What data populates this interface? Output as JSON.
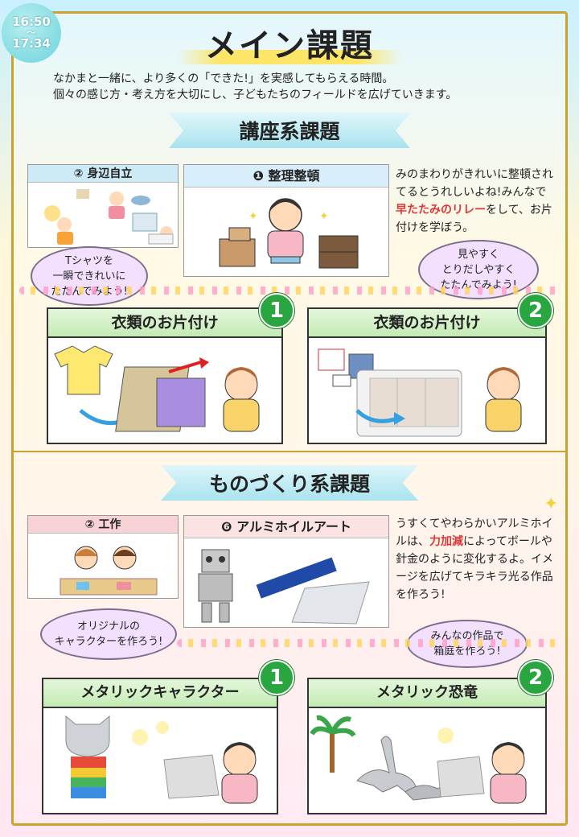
{
  "time": {
    "start": "16:50",
    "sep": "〜",
    "end": "17:34"
  },
  "title": "メイン課題",
  "intro": [
    "なかまと一緒に、より多くの「できた!」を実感してもらえる時間。",
    "個々の感じ方・考え方を大切にし、子どもたちのフィールドを広げていきます。"
  ],
  "section1": {
    "banner": "講座系課題",
    "small_card_a": "② 身辺自立",
    "small_card_b": "❶ 整理整頓",
    "desc_parts": [
      "みのまわりがきれいに整頓されてるとうれしいよね!みんなで",
      "早たたみのリレー",
      "をして、お片付けを学ぼう。"
    ],
    "bubble1": [
      "Tシャツを",
      "一瞬できれいに",
      "たたんでみよう!"
    ],
    "bubble2": [
      "見やすく",
      "とりだしやすく",
      "たたんでみよう!"
    ],
    "card1": {
      "num": "1",
      "label": "衣類のお片付け"
    },
    "card2": {
      "num": "2",
      "label": "衣類のお片付け"
    }
  },
  "section2": {
    "banner": "ものづくり系課題",
    "small_card_a": "② 工作",
    "small_card_b": "❻ アルミホイルアート",
    "desc_parts": [
      "うすくてやわらかいアルミホイルは、",
      "力加減",
      "によってボールや針金のように変化するよ。イメージを広げてキラキラ光る作品を作ろう!"
    ],
    "bubble1": [
      "オリジナルの",
      "キャラクターを作ろう!"
    ],
    "bubble2": [
      "みんなの作品で",
      "箱庭を作ろう!"
    ],
    "card1": {
      "num": "1",
      "label": "メタリックキャラクター"
    },
    "card2": {
      "num": "2",
      "label": "メタリック恐竜"
    }
  }
}
